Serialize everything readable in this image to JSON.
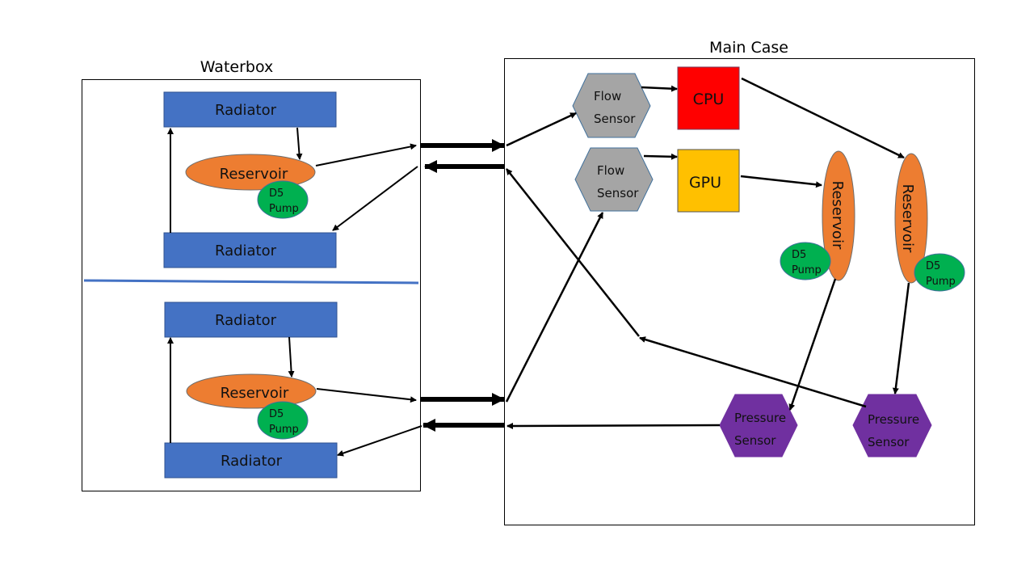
{
  "diagram": {
    "type": "water-cooling loop schematic",
    "waterbox": {
      "title": "Waterbox",
      "loops": [
        {
          "top_radiator": "Radiator",
          "reservoir": "Reservoir",
          "pump": {
            "line1": "D5",
            "line2": "Pump"
          },
          "bottom_radiator": "Radiator"
        },
        {
          "top_radiator": "Radiator",
          "reservoir": "Reservoir",
          "pump": {
            "line1": "D5",
            "line2": "Pump"
          },
          "bottom_radiator": "Radiator"
        }
      ]
    },
    "main_case": {
      "title": "Main Case",
      "flow_sensors": [
        {
          "line1": "Flow",
          "line2": "Sensor"
        },
        {
          "line1": "Flow",
          "line2": "Sensor"
        }
      ],
      "cpu": "CPU",
      "gpu": "GPU",
      "reservoirs": [
        {
          "label": "Reservoir",
          "pump": {
            "line1": "D5",
            "line2": "Pump"
          }
        },
        {
          "label": "Reservoir",
          "pump": {
            "line1": "D5",
            "line2": "Pump"
          }
        }
      ],
      "pressure_sensors": [
        {
          "line1": "Pressure",
          "line2": "Sensor"
        },
        {
          "line1": "Pressure",
          "line2": "Sensor"
        }
      ]
    },
    "colors": {
      "radiator": "#4472c4",
      "reservoir": "#ed7d31",
      "pump": "#00b050",
      "flow_sensor": "#a5a5a5",
      "cpu": "#ff0000",
      "gpu": "#ffc000",
      "pressure_sensor": "#7030a0",
      "divider": "#4472c4"
    },
    "connections": [
      {
        "from": "Waterbox top Radiator",
        "to": "Waterbox top Reservoir"
      },
      {
        "from": "Waterbox top Reservoir",
        "to": "Main Case Flow Sensor (CPU)"
      },
      {
        "from": "Main Case Flow Sensor (CPU)",
        "to": "CPU"
      },
      {
        "from": "CPU",
        "to": "Main Case Reservoir (right)"
      },
      {
        "from": "Main Case Reservoir (right)",
        "to": "Pressure Sensor (right)"
      },
      {
        "from": "Pressure Sensor (right)",
        "to": "Waterbox top bottom-Radiator"
      },
      {
        "from": "Waterbox top bottom-Radiator",
        "to": "Waterbox top Radiator"
      },
      {
        "from": "Waterbox bottom Radiator",
        "to": "Waterbox bottom Reservoir"
      },
      {
        "from": "Waterbox bottom Reservoir",
        "to": "Main Case Flow Sensor (GPU)"
      },
      {
        "from": "Main Case Flow Sensor (GPU)",
        "to": "GPU"
      },
      {
        "from": "GPU",
        "to": "Main Case Reservoir (left)"
      },
      {
        "from": "Main Case Reservoir (left)",
        "to": "Pressure Sensor (left)"
      },
      {
        "from": "Pressure Sensor (left)",
        "to": "Waterbox bottom bottom-Radiator"
      },
      {
        "from": "Waterbox bottom bottom-Radiator",
        "to": "Waterbox bottom Radiator"
      }
    ]
  }
}
